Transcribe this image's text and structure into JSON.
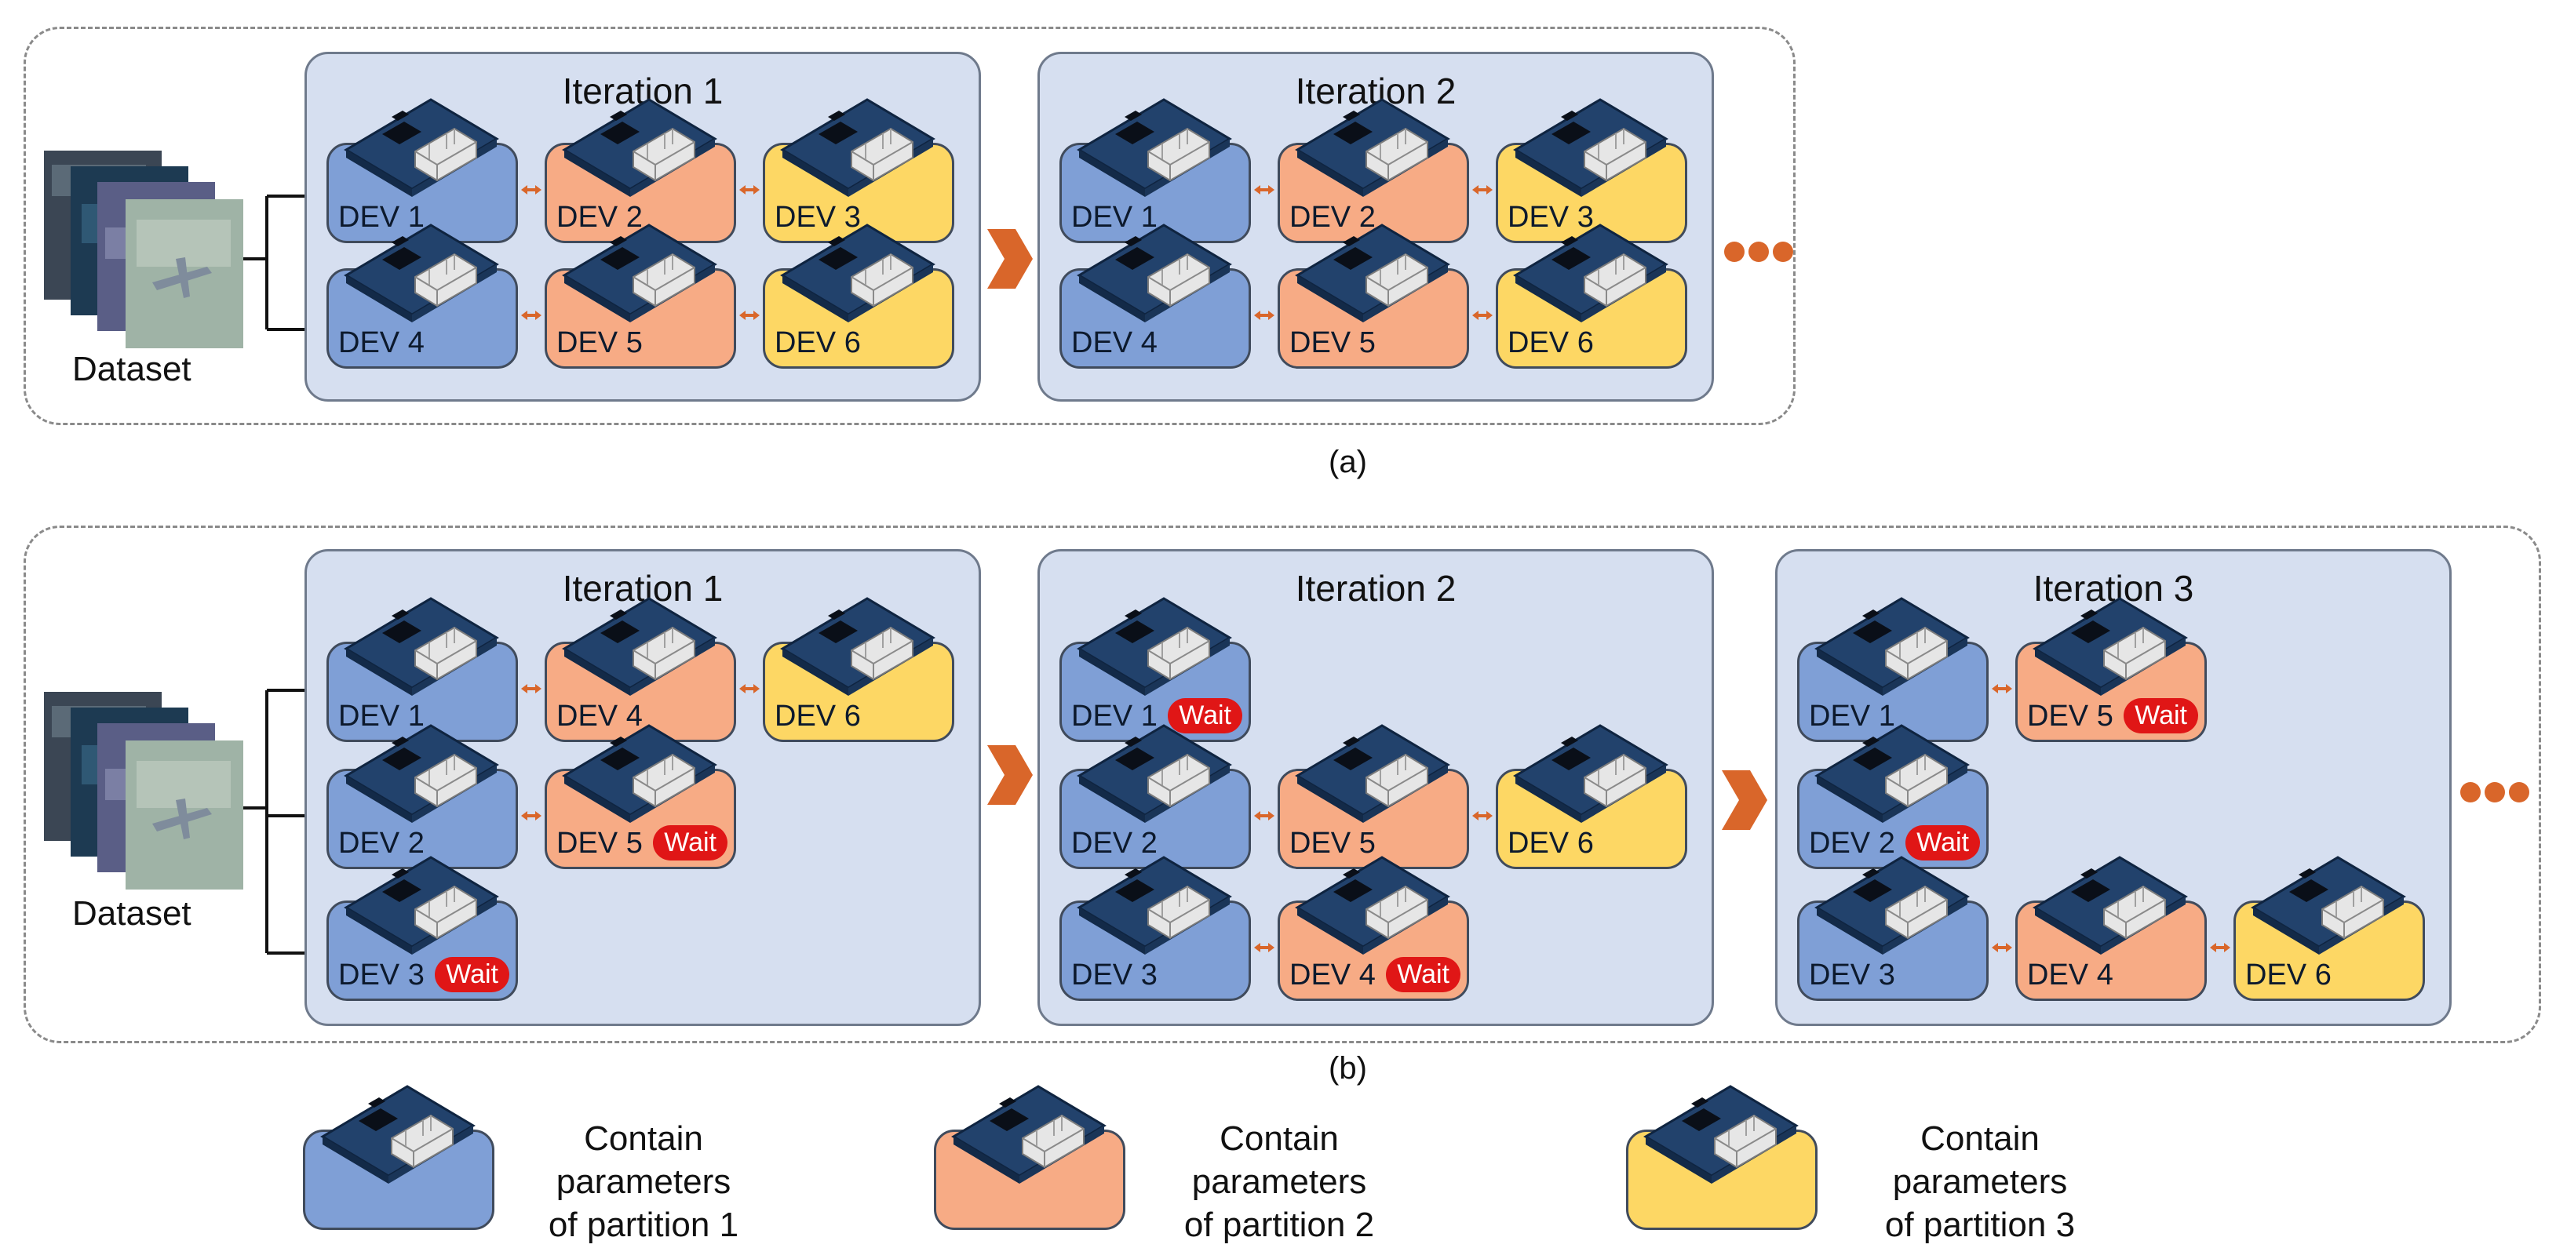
{
  "dataset_label": "Dataset",
  "panels": {
    "a": {
      "label": "(a)",
      "iterations": [
        {
          "title": "Iteration 1",
          "devices": [
            {
              "label": "DEV 1",
              "partition": 1
            },
            {
              "label": "DEV 2",
              "partition": 2
            },
            {
              "label": "DEV 3",
              "partition": 3
            },
            {
              "label": "DEV 4",
              "partition": 1
            },
            {
              "label": "DEV 5",
              "partition": 2
            },
            {
              "label": "DEV 6",
              "partition": 3
            }
          ]
        },
        {
          "title": "Iteration 2",
          "devices": [
            {
              "label": "DEV 1",
              "partition": 1
            },
            {
              "label": "DEV 2",
              "partition": 2
            },
            {
              "label": "DEV 3",
              "partition": 3
            },
            {
              "label": "DEV 4",
              "partition": 1
            },
            {
              "label": "DEV 5",
              "partition": 2
            },
            {
              "label": "DEV 6",
              "partition": 3
            }
          ]
        }
      ]
    },
    "b": {
      "label": "(b)",
      "wait_label": "Wait",
      "iterations": [
        {
          "title": "Iteration 1",
          "devices": [
            {
              "label": "DEV 1",
              "partition": 1,
              "wait": false
            },
            {
              "label": "DEV 4",
              "partition": 2,
              "wait": false
            },
            {
              "label": "DEV 6",
              "partition": 3,
              "wait": false
            },
            {
              "label": "DEV 2",
              "partition": 1,
              "wait": false
            },
            {
              "label": "DEV 5",
              "partition": 2,
              "wait": true
            },
            {
              "label": "DEV 3",
              "partition": 1,
              "wait": true
            }
          ]
        },
        {
          "title": "Iteration 2",
          "devices": [
            {
              "label": "DEV 1",
              "partition": 1,
              "wait": true
            },
            {
              "label": "DEV 2",
              "partition": 1,
              "wait": false
            },
            {
              "label": "DEV 5",
              "partition": 2,
              "wait": false
            },
            {
              "label": "DEV 6",
              "partition": 3,
              "wait": false
            },
            {
              "label": "DEV 3",
              "partition": 1,
              "wait": false
            },
            {
              "label": "DEV 4",
              "partition": 2,
              "wait": true
            }
          ]
        },
        {
          "title": "Iteration 3",
          "devices": [
            {
              "label": "DEV 1",
              "partition": 1,
              "wait": false
            },
            {
              "label": "DEV 5",
              "partition": 2,
              "wait": true
            },
            {
              "label": "DEV 2",
              "partition": 1,
              "wait": true
            },
            {
              "label": "DEV 3",
              "partition": 1,
              "wait": false
            },
            {
              "label": "DEV 4",
              "partition": 2,
              "wait": false
            },
            {
              "label": "DEV 6",
              "partition": 3,
              "wait": false
            }
          ]
        }
      ]
    }
  },
  "legend": [
    {
      "partition": 1,
      "line1": "Contain parameters",
      "line2": "of partition 1"
    },
    {
      "partition": 2,
      "line1": "Contain parameters",
      "line2": "of partition 2"
    },
    {
      "partition": 3,
      "line1": "Contain parameters",
      "line2": "of partition 3"
    }
  ],
  "colors": {
    "partition1": "#7f9fd6",
    "partition2": "#f7ab85",
    "partition3": "#fdd764",
    "iteration_bg": "#d6dff0",
    "arrow": "#d9662a",
    "wait": "#e01616"
  }
}
